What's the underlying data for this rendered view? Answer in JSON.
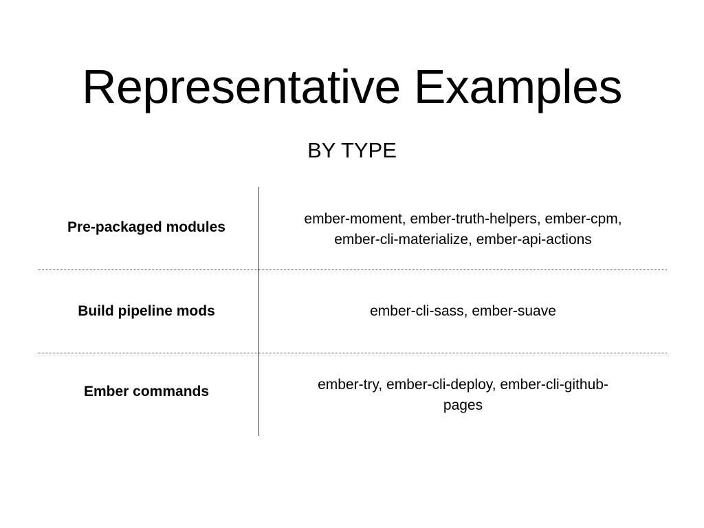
{
  "slide": {
    "title": "Representative Examples",
    "subtitle": "BY TYPE"
  },
  "table": {
    "rows": [
      {
        "label": "Pre-packaged modules",
        "value_lines": [
          "ember-moment, ember-truth-helpers, ember-cpm,",
          "ember-cli-materialize, ember-api-actions"
        ]
      },
      {
        "label": "Build pipeline mods",
        "value_lines": [
          "ember-cli-sass, ember-suave"
        ]
      },
      {
        "label": "Ember commands",
        "value_lines": [
          "ember-try, ember-cli-deploy, ember-cli-github-",
          "pages"
        ]
      }
    ]
  }
}
